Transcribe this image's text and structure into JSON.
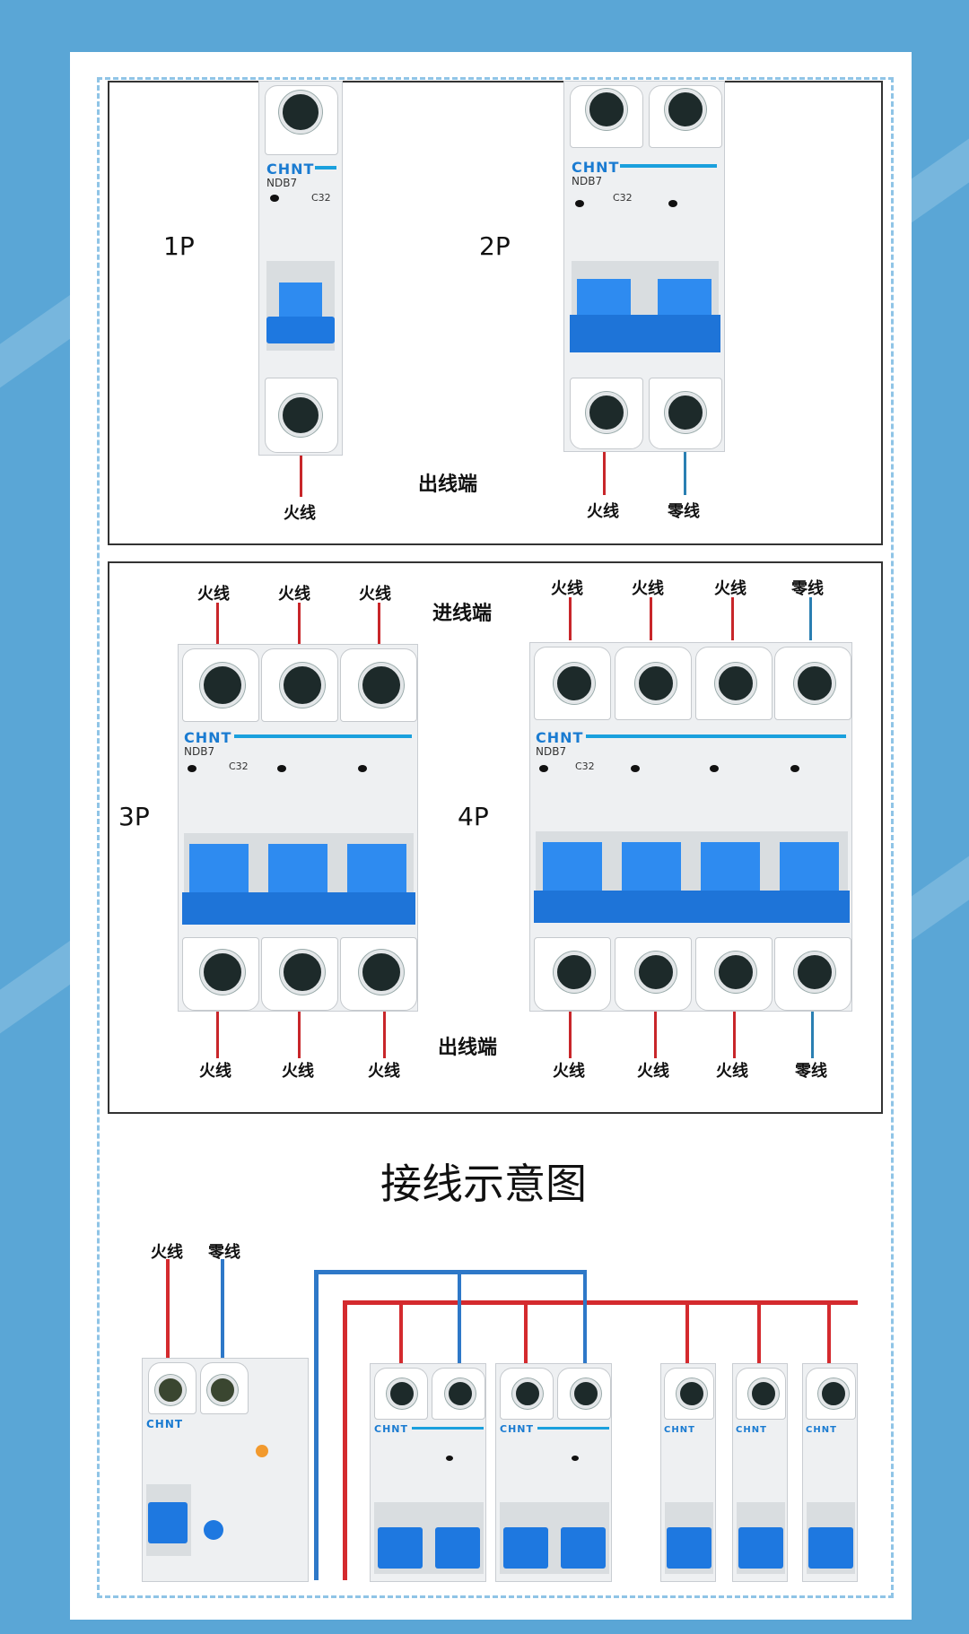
{
  "brand": "CHNT",
  "model": "NDB7",
  "rating": "C32",
  "labels": {
    "p1": "1P",
    "p2": "2P",
    "p3": "3P",
    "p4": "4P",
    "outlet": "出线端",
    "inlet": "进线端",
    "live": "火线",
    "neutral": "零线",
    "diagram_title": "接线示意图"
  },
  "colors": {
    "background": "#5aa6d6",
    "live_wire": "#c8262a",
    "neutral_wire": "#2a7fb2",
    "lever": "#1e78e0",
    "brand_text": "#1a7bd1"
  }
}
